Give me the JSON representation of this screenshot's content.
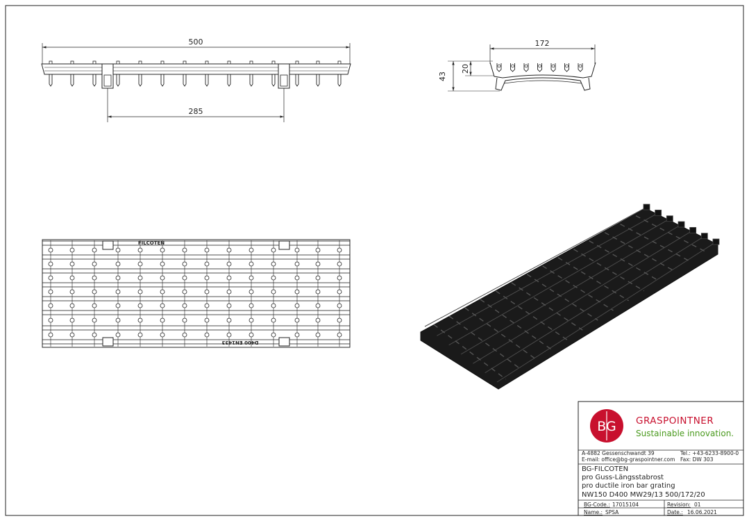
{
  "dimensions": {
    "length": "500",
    "width": "172",
    "height_total": "43",
    "height_bar": "20",
    "clip_spacing": "285"
  },
  "plan_marking": {
    "top": "FILCOTEN",
    "bottom": "D400 EN1433"
  },
  "colors": {
    "line": "#222222",
    "iso_fill": "#1a1a1a",
    "logo_red": "#c8102e",
    "brand_red": "#c8102e",
    "tagline_green": "#4a9a1e"
  },
  "title_block": {
    "logo_text": "BG",
    "brand": "GRASPOINTNER",
    "tagline": "Sustainable innovation.",
    "address": "A-4882  Gessenschwandt 39",
    "email": "E-mail: office@bg-graspointner.com",
    "tel": "Tel.: +43-6233-8900-0",
    "fax": "Fax:  DW 303",
    "product_lines": [
      "BG-FILCOTEN",
      "pro Guss-Längsstabrost",
      "pro ductile iron bar grating",
      "NW150 D400 MW29/13 500/172/20"
    ],
    "bg_code_label": "BG-Code.:",
    "bg_code": "17015104",
    "revision_label": "Revision:",
    "revision": "01",
    "name_label": "Name.:",
    "name": "SPSA",
    "date_label": "Date.:",
    "date": "16.06.2021"
  }
}
